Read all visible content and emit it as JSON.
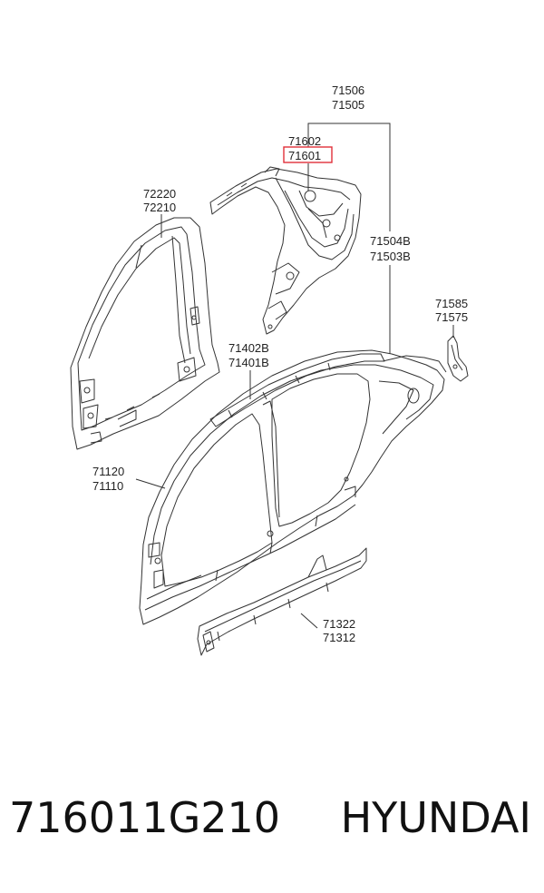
{
  "labels": {
    "p71506": "71506",
    "p71505": "71505",
    "p71602": "71602",
    "p71601": "71601",
    "p72220": "72220",
    "p72210": "72210",
    "p71504B": "71504B",
    "p71503B": "71503B",
    "p71585": "71585",
    "p71575": "71575",
    "p71402B": "71402B",
    "p71401B": "71401B",
    "p71120": "71120",
    "p71110": "71110",
    "p71322": "71322",
    "p71312": "71312"
  },
  "highlight_color": "#e0303a",
  "caption": {
    "part_number": "716011G210",
    "brand": "HYUNDAI"
  }
}
